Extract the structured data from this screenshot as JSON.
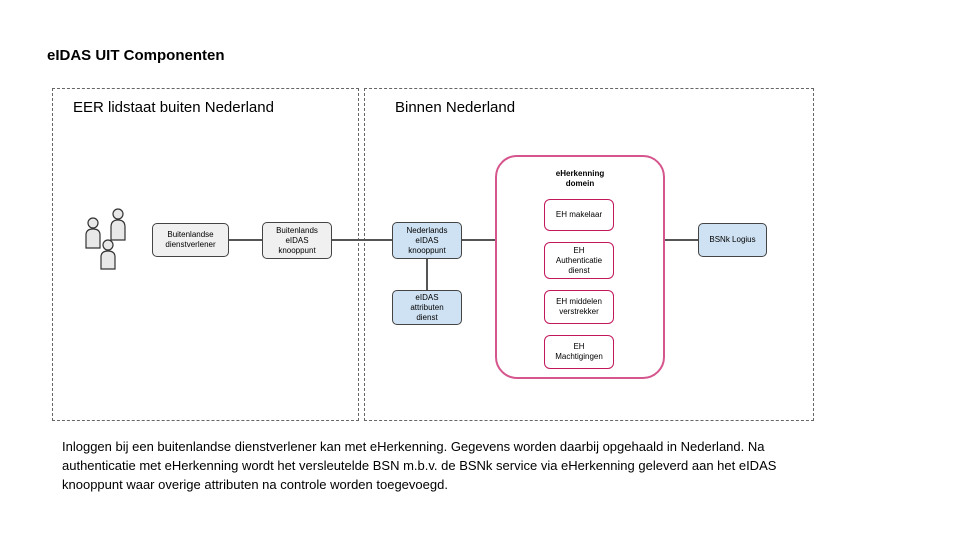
{
  "title": "eIDAS UIT Componenten",
  "regions": {
    "eer": {
      "label": "EER lidstaat buiten Nederland"
    },
    "nl": {
      "label": "Binnen Nederland"
    }
  },
  "nodes": {
    "buitenlandse_dienstverlener": "Buitenlandse\ndienstverlener",
    "buitenlands_knooppunt": "Buitenlands\neIDAS\nknooppunt",
    "nederlands_knooppunt": "Nederlands\neIDAS\nknooppunt",
    "attributen_dienst": "eIDAS\nattributen\ndienst",
    "bsnk_logius": "BSNk Logius"
  },
  "eherkenning_domain": {
    "title": "eHerkenning\ndomein",
    "items": [
      "EH makelaar",
      "EH\nAuthenticatie\ndienst",
      "EH middelen\nverstrekker",
      "EH\nMachtigingen"
    ]
  },
  "icons": {
    "users": "users-icon"
  },
  "colors": {
    "blue_node": "#cfe2f3",
    "grey_node": "#f0f0f0",
    "domain_border": "#d5558d",
    "item_border": "#c2185b"
  },
  "description": "Inloggen bij een buitenlandse dienstverlener kan met eHerkenning. Gegevens worden daarbij opgehaald in Nederland. Na authenticatie met eHerkenning wordt het versleutelde BSN m.b.v. de BSNk service via eHerkenning geleverd aan het eIDAS knooppunt waar overige attributen na controle worden toegevoegd."
}
